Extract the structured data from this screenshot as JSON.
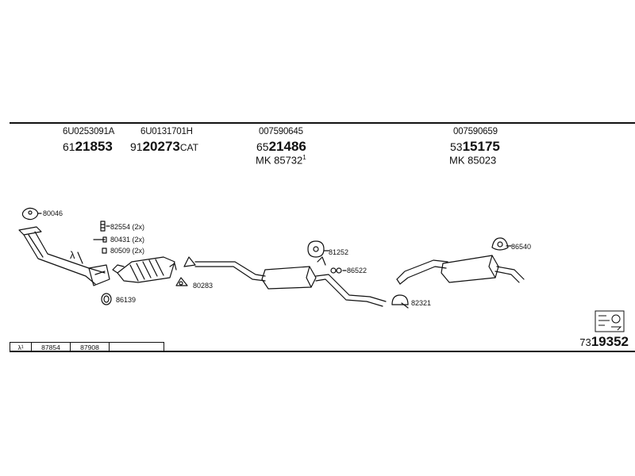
{
  "header": {
    "parts": [
      {
        "oem": "6U0253091A",
        "prefix": "61",
        "main": "21853",
        "suffix": ""
      },
      {
        "oem": "6U0131701H",
        "prefix": "91",
        "main": "20273",
        "suffix": "CAT"
      },
      {
        "oem": "007590645",
        "prefix": "65",
        "main": "21486",
        "suffix": ""
      },
      {
        "oem": "007590659",
        "prefix": "53",
        "main": "15175",
        "suffix": ""
      }
    ],
    "mk": [
      {
        "text": "MK  85732",
        "sup": "1"
      },
      {
        "text": "MK  85023",
        "sup": ""
      }
    ]
  },
  "labels": {
    "p80046": "80046",
    "p82554": "82554 (2x)",
    "p80431": "80431 (2x)",
    "p80509": "80509 (2x)",
    "p86139": "86139",
    "p80283": "80283",
    "p81252": "81252",
    "p86522": "86522",
    "p82321": "82321",
    "p86540": "86540",
    "lambda": "λ"
  },
  "footer": {
    "cells": [
      "λ¹",
      "87854",
      "87908",
      ""
    ],
    "diagram_prefix": "73",
    "diagram_main": "19352"
  }
}
